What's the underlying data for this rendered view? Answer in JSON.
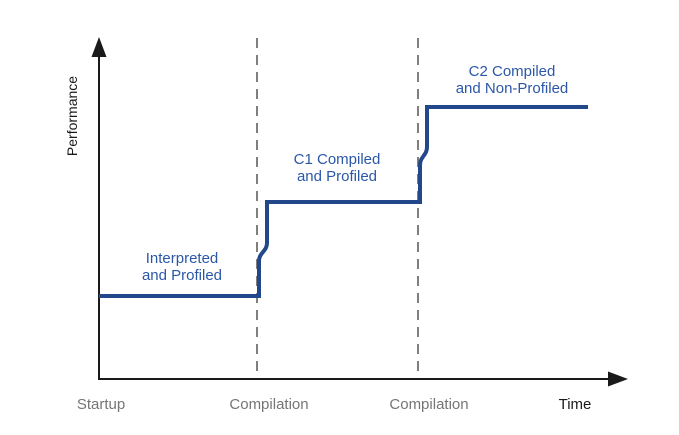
{
  "diagram": {
    "title_semantic": "JIT tiered compilation performance over time",
    "y_axis_label": "Performance",
    "x_axis_label": "Time",
    "x_ticks": {
      "startup": "Startup",
      "compilation_1": "Compilation",
      "compilation_2": "Compilation"
    },
    "phases": [
      {
        "name": "interpreted",
        "line1": "Interpreted",
        "line2": "and Profiled",
        "level": 1
      },
      {
        "name": "c1",
        "line1": "C1 Compiled",
        "line2": "and Profiled",
        "level": 2
      },
      {
        "name": "c2",
        "line1": "C2 Compiled",
        "line2": "and Non-Profiled",
        "level": 3
      }
    ],
    "colors": {
      "step_line": "#20488a",
      "phase_text": "#2b57a8",
      "dashed_marker": "#7f7f7f",
      "axis": "#1a1a1a",
      "tick_text": "#757575"
    }
  }
}
